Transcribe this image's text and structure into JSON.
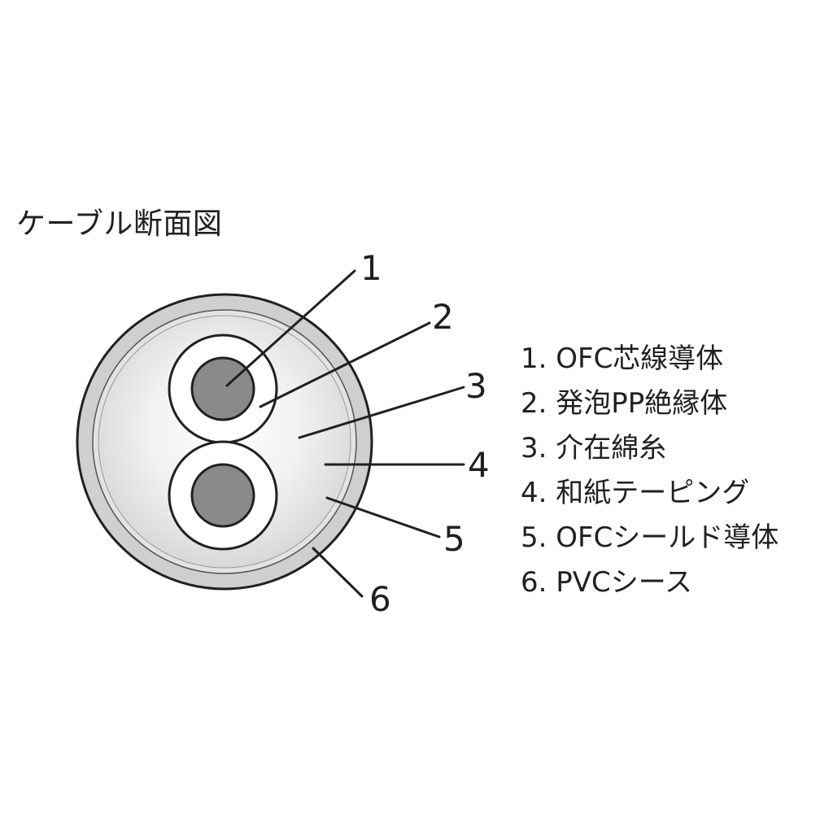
{
  "title": "ケーブル断面図",
  "callouts": [
    "1",
    "2",
    "3",
    "4",
    "5",
    "6"
  ],
  "legend": [
    "1. OFC芯線導体",
    "2. 発泡PP絶縁体",
    "3. 介在綿糸",
    "4. 和紙テーピング",
    "5. OFCシールド導体",
    "6. PVCシース"
  ],
  "colors": {
    "outline": "#231f20",
    "sheath": "#cfcfcf",
    "shield": "#e0e0e0",
    "filler": "#f4f4f4",
    "insulator": "#ffffff",
    "conductor": "#8a8a8a"
  }
}
